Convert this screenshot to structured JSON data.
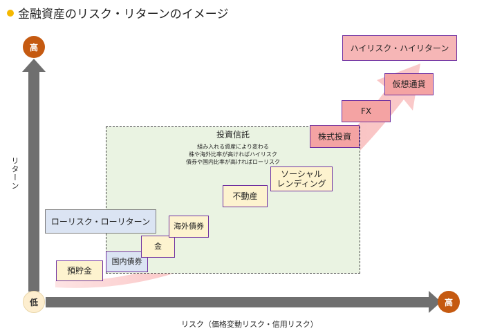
{
  "title": "金融資産のリスク・リターンのイメージ",
  "axes": {
    "y_label": "リターン",
    "x_label": "リスク（価格変動リスク・信用リスク）",
    "high_top": "高",
    "high_right": "高",
    "low_origin": "低"
  },
  "investment_trust": {
    "title": "投資信託",
    "desc": [
      "組み入れる資産により変わる",
      "株や海外比率が高ければハイリスク",
      "債券や国内比率が高ければローリスク"
    ]
  },
  "assets": {
    "deposit": "預貯金",
    "domestic_bond": "国内債券",
    "gold": "金",
    "foreign_bond": "海外債券",
    "real_estate": "不動産",
    "social_lending": [
      "ソーシャル",
      "レンディング"
    ],
    "stock": "株式投資",
    "fx": "FX",
    "crypto": "仮想通貨"
  },
  "labels": {
    "low_risk": "ローリスク・ローリターン",
    "high_risk": "ハイリスク・ハイリターン"
  },
  "colors": {
    "accent_circle": "#c55a11",
    "title_dot": "#f5b800",
    "fund_bg": "#eaf3e2",
    "pink_box": "#f4a3a3",
    "cream_box": "#fdf3cf",
    "blue_box": "#dbe4f3"
  }
}
